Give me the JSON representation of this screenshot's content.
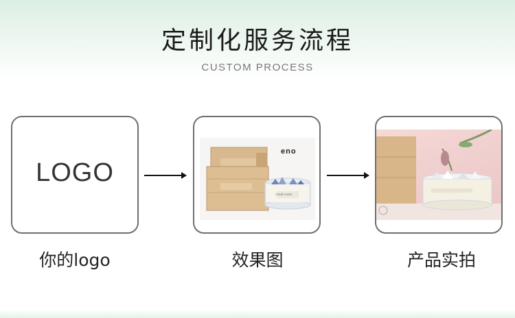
{
  "header": {
    "title": "定制化服务流程",
    "subtitle": "CUSTOM PROCESS"
  },
  "steps": [
    {
      "label": "你的logo",
      "logo_text": "LOGO"
    },
    {
      "label": "效果图",
      "brand_mark": "eno",
      "box_text": "YOUR LOGO"
    },
    {
      "label": "产品实拍"
    }
  ],
  "colors": {
    "card_border": "#6e6e6e",
    "arrow": "#111111",
    "header_gradient": "#dcefe3"
  }
}
